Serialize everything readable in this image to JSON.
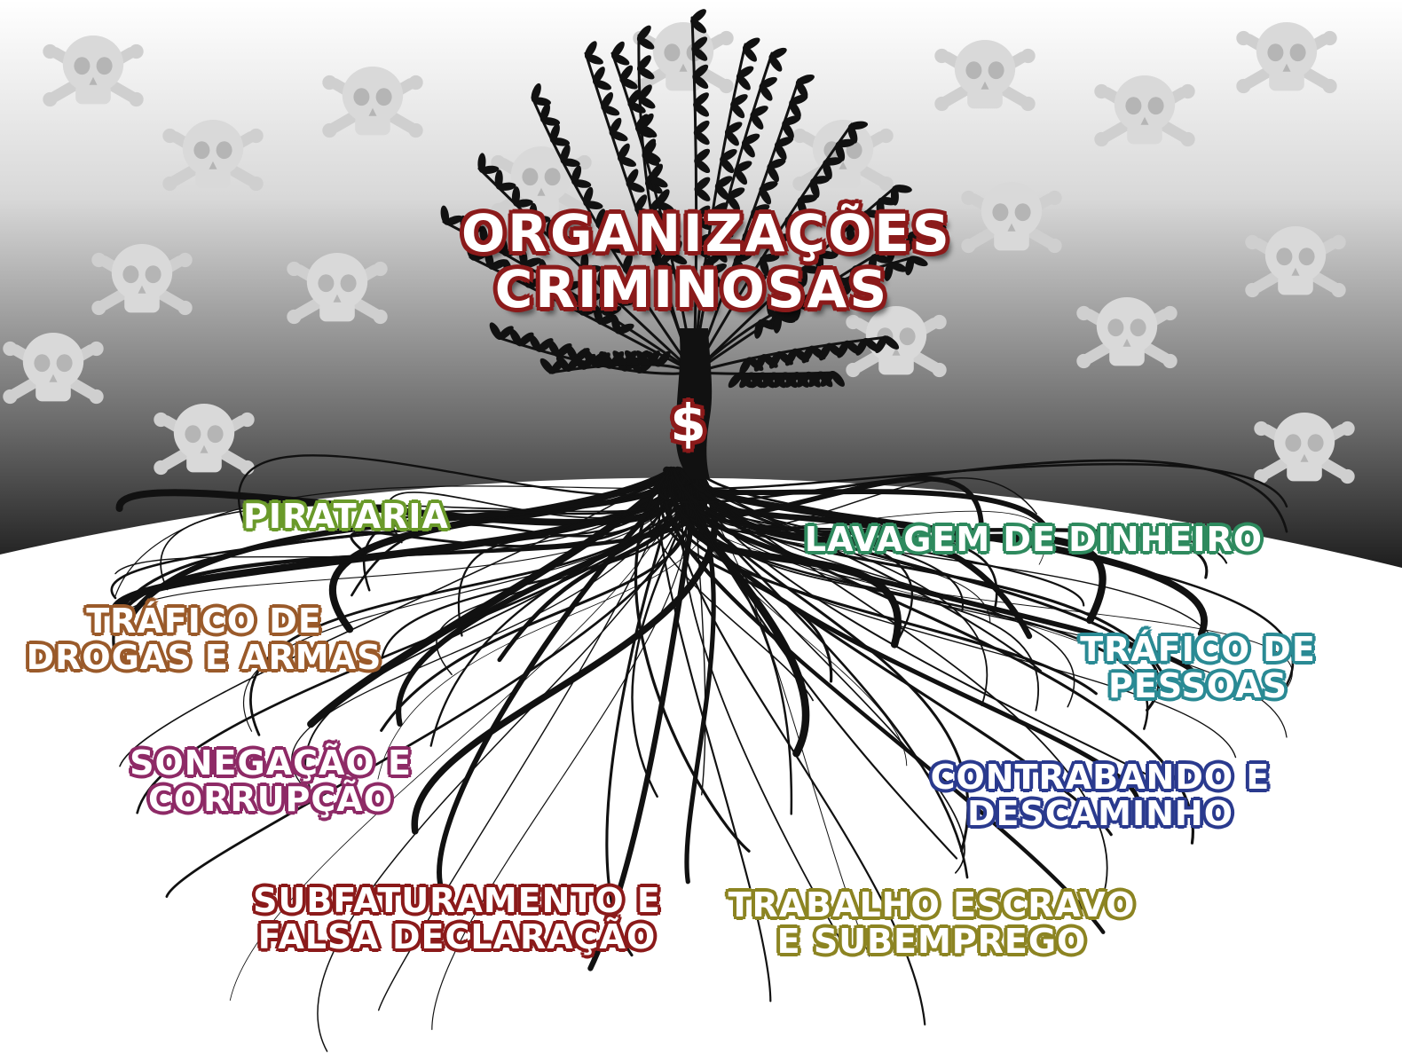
{
  "diagram": {
    "title_lines": [
      "ORGANIZAÇÕES",
      "CRIMINOSAS"
    ],
    "trunk_symbol": "$",
    "colors": {
      "title_outline": "#8b1a1a",
      "tree": "#111111",
      "sky_top": "#ffffff",
      "sky_bottom": "#1e1e1e",
      "ground": "#ffffff",
      "skull_pattern": "#cfcfcf"
    },
    "background_icons": "skull-and-crossbones-icon",
    "roots": [
      {
        "id": "pirataria",
        "lines": [
          "PIRATARIA"
        ],
        "color": "#6a9a2a"
      },
      {
        "id": "trafico-drogas",
        "lines": [
          "TRÁFICO DE",
          "DROGAS E ARMAS"
        ],
        "color": "#9a5a2a"
      },
      {
        "id": "sonegacao",
        "lines": [
          "SONEGAÇÃO E",
          "CORRUPÇÃO"
        ],
        "color": "#8e2a66"
      },
      {
        "id": "subfaturamento",
        "lines": [
          "SUBFATURAMENTO E",
          "FALSA DECLARAÇÃO"
        ],
        "color": "#8b1a1a"
      },
      {
        "id": "lavagem",
        "lines": [
          "LAVAGEM DE DINHEIRO"
        ],
        "color": "#2e8a5e"
      },
      {
        "id": "trafico-pessoas",
        "lines": [
          "TRÁFICO DE",
          "PESSOAS"
        ],
        "color": "#2a8a94"
      },
      {
        "id": "contrabando",
        "lines": [
          "CONTRABANDO E",
          "DESCAMINHO"
        ],
        "color": "#2a3a8e"
      },
      {
        "id": "trabalho",
        "lines": [
          "TRABALHO ESCRAVO",
          "E SUBEMPREGO"
        ],
        "color": "#8c8422"
      }
    ]
  }
}
